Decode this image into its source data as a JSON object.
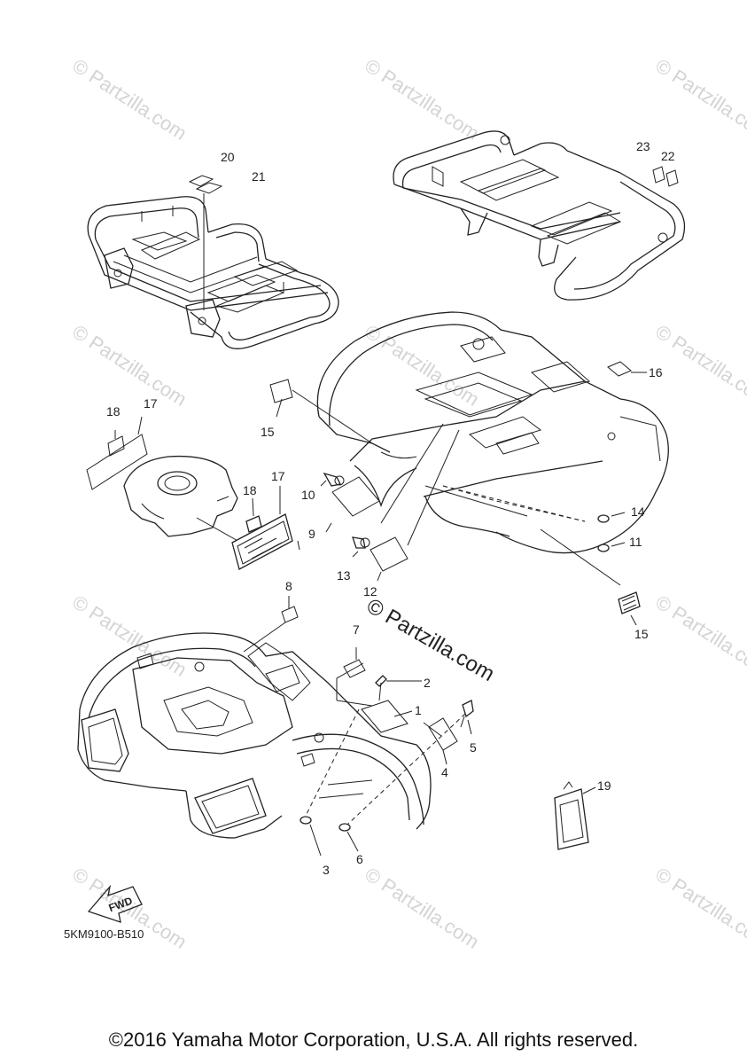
{
  "diagram": {
    "part_numbers": [
      "1",
      "2",
      "3",
      "4",
      "5",
      "6",
      "7",
      "8",
      "9",
      "10",
      "11",
      "12",
      "13",
      "14",
      "15",
      "15",
      "16",
      "17",
      "17",
      "18",
      "18",
      "19",
      "20",
      "21",
      "22",
      "23"
    ],
    "diagram_code": "5KM9100-B510",
    "fwd_label": "FWD",
    "watermark_main": "© Partzilla.com",
    "watermark_faint": "© Partzilla.com",
    "copyright": "©2016 Yamaha Motor Corporation, U.S.A. All rights reserved."
  }
}
